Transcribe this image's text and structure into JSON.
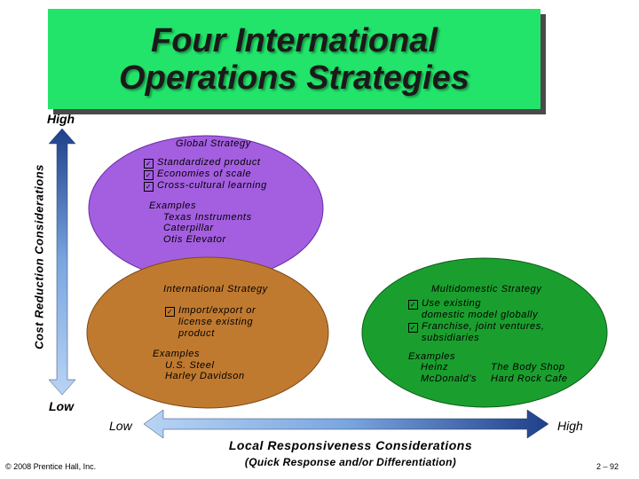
{
  "title": {
    "line1": "Four International",
    "line2": "Operations Strategies"
  },
  "y_axis": {
    "label": "Cost Reduction Considerations",
    "high": "High",
    "low": "Low"
  },
  "x_axis": {
    "label": "Local Responsiveness Considerations",
    "sublabel": "(Quick Response and/or Differentiation)",
    "low": "Low",
    "high": "High"
  },
  "global": {
    "title": "Global Strategy",
    "items": [
      "Standardized product",
      "Economies of scale",
      "Cross-cultural learning"
    ],
    "examples_label": "Examples",
    "examples": [
      "Texas Instruments",
      "Caterpillar",
      "Otis Elevator"
    ]
  },
  "international": {
    "title": "International Strategy",
    "items": [
      "Import/export or",
      "license existing",
      "product"
    ],
    "examples_label": "Examples",
    "examples": [
      "U.S. Steel",
      "Harley Davidson"
    ]
  },
  "multidomestic": {
    "title": "Multidomestic Strategy",
    "items": [
      "Use existing",
      "domestic model globally",
      "Franchise, joint ventures,",
      "subsidiaries"
    ],
    "examples_label": "Examples",
    "examples_col1": [
      "Heinz",
      "McDonald's"
    ],
    "examples_col2": [
      "The Body Shop",
      "Hard Rock Cafe"
    ]
  },
  "footer": {
    "copyright": "© 2008 Prentice Hall, Inc.",
    "page": "2 – 92"
  },
  "check_glyph": "✓",
  "colors": {
    "title_bg": "#22e46a",
    "global": "#a45fe0",
    "international": "#c07a30",
    "multidomestic": "#1a9f2e",
    "axis_light": "#a8c8ee",
    "axis_dark": "#1f3f8a"
  }
}
